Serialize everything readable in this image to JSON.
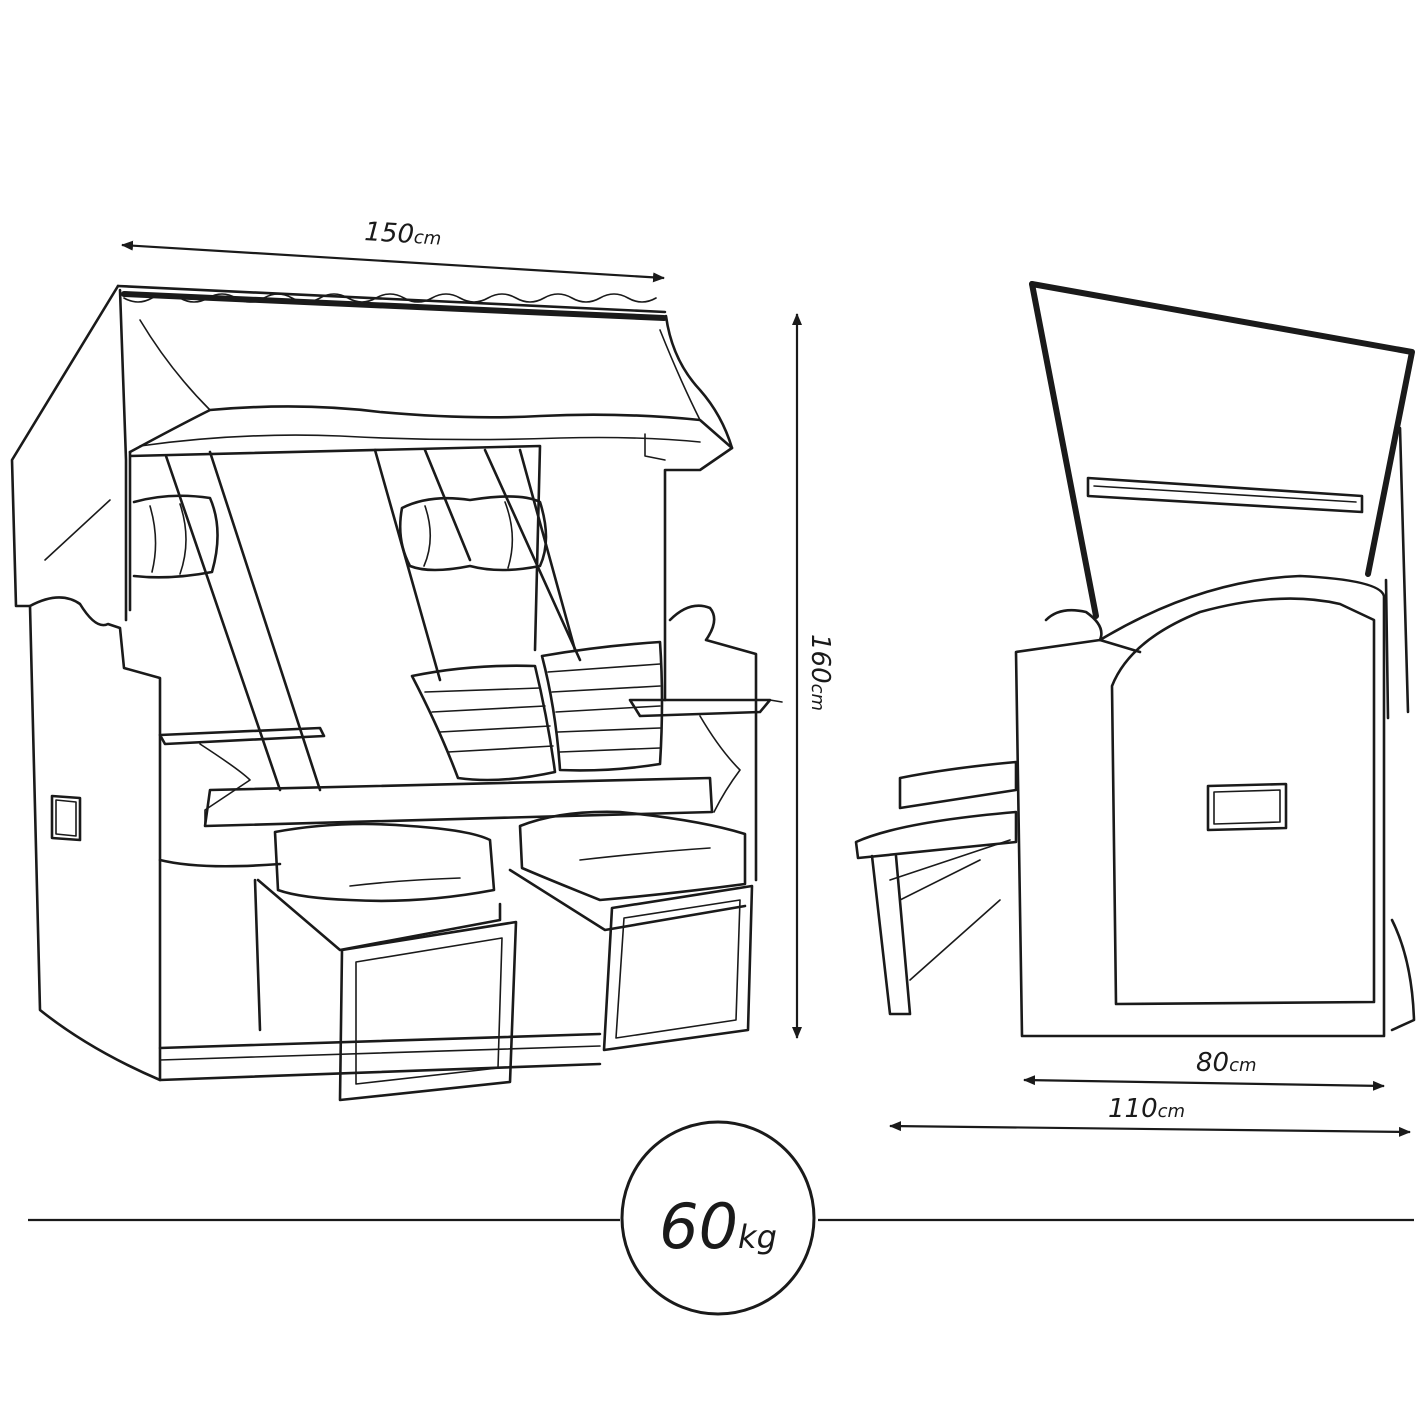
{
  "dimensions": {
    "width": {
      "value": "150",
      "unit": "cm"
    },
    "height": {
      "value": "160",
      "unit": "cm"
    },
    "depth": {
      "value": "80",
      "unit": "cm"
    },
    "depth_extended": {
      "value": "110",
      "unit": "cm"
    }
  },
  "weight": {
    "value": "60",
    "unit": "kg"
  }
}
